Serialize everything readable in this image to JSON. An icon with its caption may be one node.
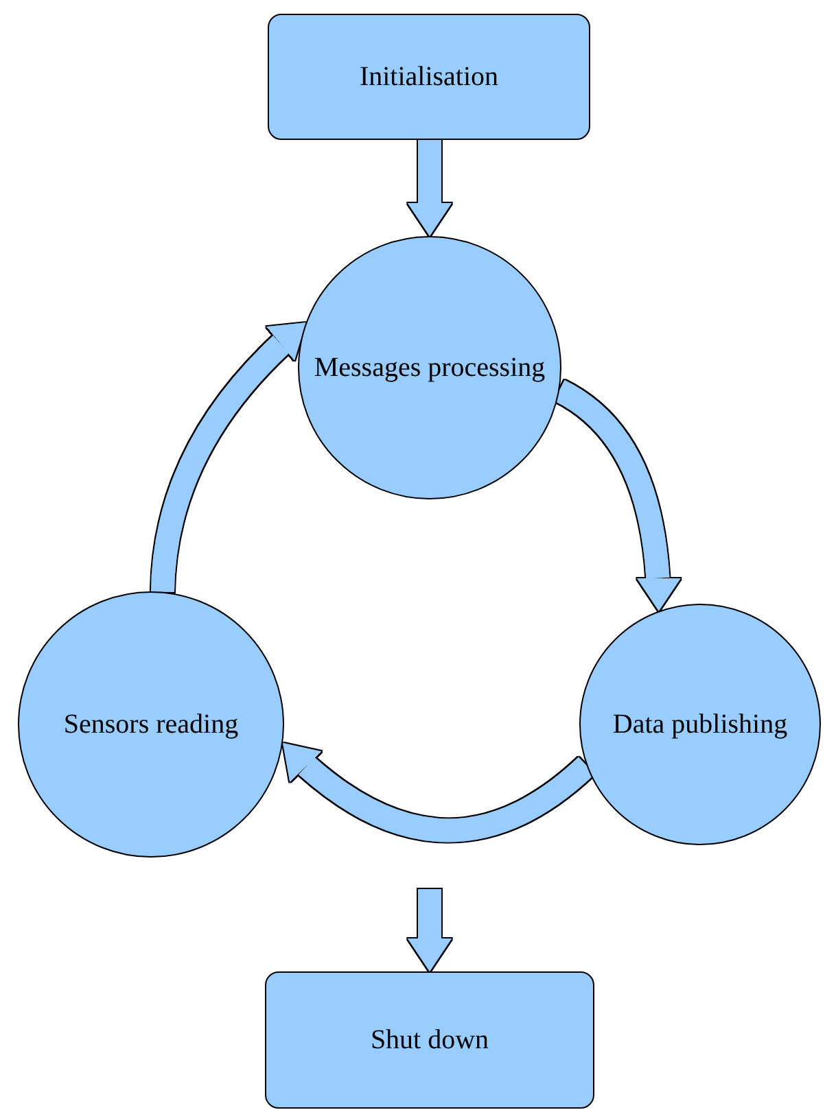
{
  "diagram": {
    "nodes": [
      {
        "text": [
          "Initialisation"
        ]
      },
      {
        "text": [
          "Messages processing"
        ]
      },
      {
        "text": [
          "Data publishing"
        ]
      },
      {
        "text": [
          "Sensors reading"
        ]
      },
      {
        "text": [
          "Shut down"
        ]
      }
    ],
    "edges": [
      {
        "from": 0,
        "to": 1,
        "arrow": "to"
      },
      {
        "from": 1,
        "to": 2,
        "arrow": "to"
      },
      {
        "from": 2,
        "to": 3,
        "arrow": "to"
      },
      {
        "from": 3,
        "to": 1,
        "arrow": "to"
      },
      {
        "from": null,
        "to": 4,
        "arrow": "to"
      }
    ]
  }
}
